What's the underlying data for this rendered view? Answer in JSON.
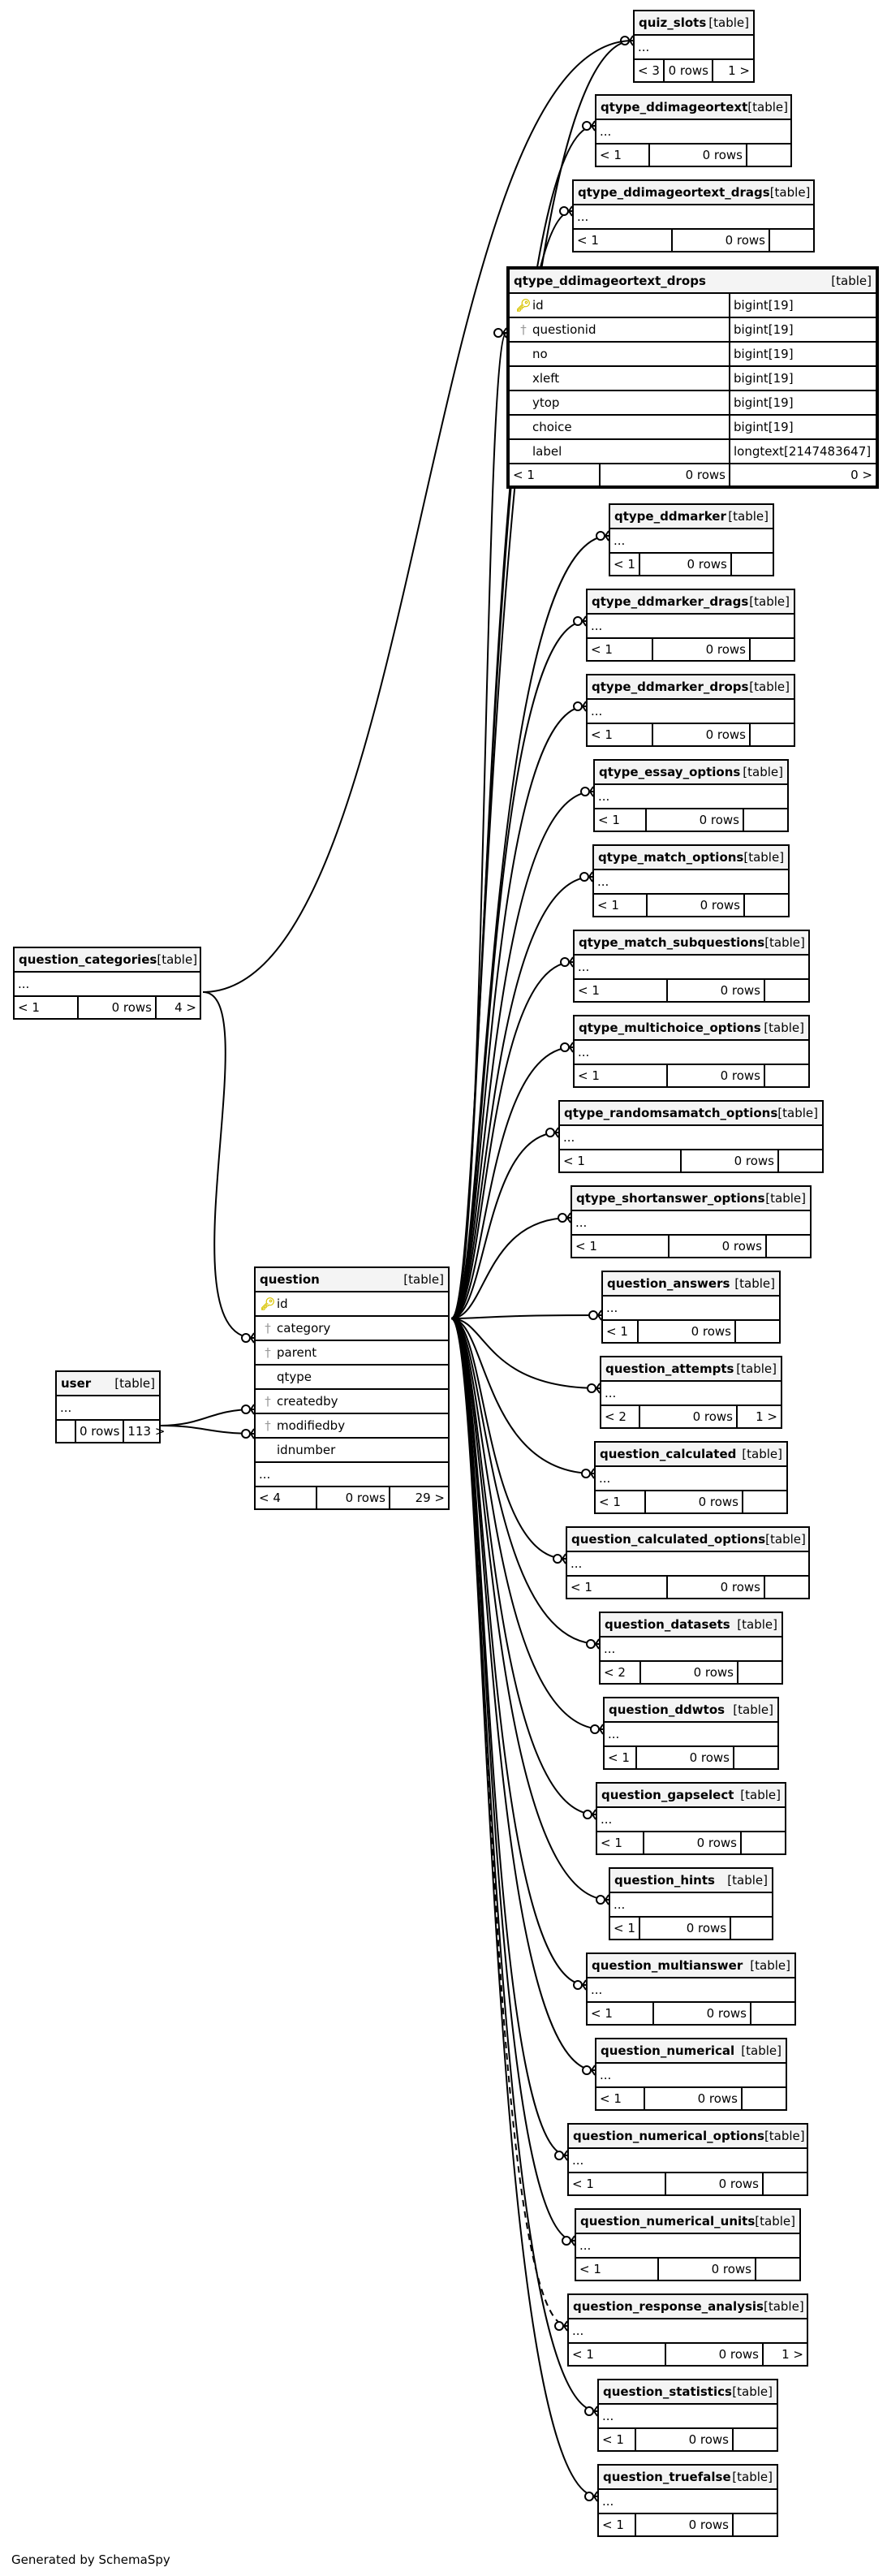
{
  "footer_credit": "Generated by SchemaSpy",
  "tables": {
    "quiz_slots": {
      "name": "quiz_slots",
      "tag": "[table]",
      "ellipsis": "...",
      "parents": "< 3",
      "rows": "0 rows",
      "children": "1 >"
    },
    "qtype_ddimageortext": {
      "name": "qtype_ddimageortext",
      "tag": "[table]",
      "ellipsis": "...",
      "parents": "< 1",
      "rows": "0 rows",
      "children": ""
    },
    "qtype_ddimageortext_drags": {
      "name": "qtype_ddimageortext_drags",
      "tag": "[table]",
      "ellipsis": "...",
      "parents": "< 1",
      "rows": "0 rows",
      "children": ""
    },
    "qtype_ddimageortext_drops": {
      "name": "qtype_ddimageortext_drops",
      "tag": "[table]",
      "parents": "< 1",
      "rows": "0 rows",
      "children": "0 >",
      "columns": [
        {
          "name": "id",
          "type": "bigint[19]"
        },
        {
          "name": "questionid",
          "type": "bigint[19]"
        },
        {
          "name": "no",
          "type": "bigint[19]"
        },
        {
          "name": "xleft",
          "type": "bigint[19]"
        },
        {
          "name": "ytop",
          "type": "bigint[19]"
        },
        {
          "name": "choice",
          "type": "bigint[19]"
        },
        {
          "name": "label",
          "type": "longtext[2147483647]"
        }
      ]
    },
    "qtype_ddmarker": {
      "name": "qtype_ddmarker",
      "tag": "[table]",
      "ellipsis": "...",
      "parents": "< 1",
      "rows": "0 rows",
      "children": ""
    },
    "qtype_ddmarker_drags": {
      "name": "qtype_ddmarker_drags",
      "tag": "[table]",
      "ellipsis": "...",
      "parents": "< 1",
      "rows": "0 rows",
      "children": ""
    },
    "qtype_ddmarker_drops": {
      "name": "qtype_ddmarker_drops",
      "tag": "[table]",
      "ellipsis": "...",
      "parents": "< 1",
      "rows": "0 rows",
      "children": ""
    },
    "qtype_essay_options": {
      "name": "qtype_essay_options",
      "tag": "[table]",
      "ellipsis": "...",
      "parents": "< 1",
      "rows": "0 rows",
      "children": ""
    },
    "qtype_match_options": {
      "name": "qtype_match_options",
      "tag": "[table]",
      "ellipsis": "...",
      "parents": "< 1",
      "rows": "0 rows",
      "children": ""
    },
    "qtype_match_subquestions": {
      "name": "qtype_match_subquestions",
      "tag": "[table]",
      "ellipsis": "...",
      "parents": "< 1",
      "rows": "0 rows",
      "children": ""
    },
    "qtype_multichoice_options": {
      "name": "qtype_multichoice_options",
      "tag": "[table]",
      "ellipsis": "...",
      "parents": "< 1",
      "rows": "0 rows",
      "children": ""
    },
    "qtype_randomsamatch_options": {
      "name": "qtype_randomsamatch_options",
      "tag": "[table]",
      "ellipsis": "...",
      "parents": "< 1",
      "rows": "0 rows",
      "children": ""
    },
    "qtype_shortanswer_options": {
      "name": "qtype_shortanswer_options",
      "tag": "[table]",
      "ellipsis": "...",
      "parents": "< 1",
      "rows": "0 rows",
      "children": ""
    },
    "question_answers": {
      "name": "question_answers",
      "tag": "[table]",
      "ellipsis": "...",
      "parents": "< 1",
      "rows": "0 rows",
      "children": ""
    },
    "question_attempts": {
      "name": "question_attempts",
      "tag": "[table]",
      "ellipsis": "...",
      "parents": "< 2",
      "rows": "0 rows",
      "children": "1 >"
    },
    "question_calculated": {
      "name": "question_calculated",
      "tag": "[table]",
      "ellipsis": "...",
      "parents": "< 1",
      "rows": "0 rows",
      "children": ""
    },
    "question_calculated_options": {
      "name": "question_calculated_options",
      "tag": "[table]",
      "ellipsis": "...",
      "parents": "< 1",
      "rows": "0 rows",
      "children": ""
    },
    "question_datasets": {
      "name": "question_datasets",
      "tag": "[table]",
      "ellipsis": "...",
      "parents": "< 2",
      "rows": "0 rows",
      "children": ""
    },
    "question_ddwtos": {
      "name": "question_ddwtos",
      "tag": "[table]",
      "ellipsis": "...",
      "parents": "< 1",
      "rows": "0 rows",
      "children": ""
    },
    "question_gapselect": {
      "name": "question_gapselect",
      "tag": "[table]",
      "ellipsis": "...",
      "parents": "< 1",
      "rows": "0 rows",
      "children": ""
    },
    "question_hints": {
      "name": "question_hints",
      "tag": "[table]",
      "ellipsis": "...",
      "parents": "< 1",
      "rows": "0 rows",
      "children": ""
    },
    "question_multianswer": {
      "name": "question_multianswer",
      "tag": "[table]",
      "ellipsis": "...",
      "parents": "< 1",
      "rows": "0 rows",
      "children": ""
    },
    "question_numerical": {
      "name": "question_numerical",
      "tag": "[table]",
      "ellipsis": "...",
      "parents": "< 1",
      "rows": "0 rows",
      "children": ""
    },
    "question_numerical_options": {
      "name": "question_numerical_options",
      "tag": "[table]",
      "ellipsis": "...",
      "parents": "< 1",
      "rows": "0 rows",
      "children": ""
    },
    "question_numerical_units": {
      "name": "question_numerical_units",
      "tag": "[table]",
      "ellipsis": "...",
      "parents": "< 1",
      "rows": "0 rows",
      "children": ""
    },
    "question_response_analysis": {
      "name": "question_response_analysis",
      "tag": "[table]",
      "ellipsis": "...",
      "parents": "< 1",
      "rows": "0 rows",
      "children": "1 >"
    },
    "question_statistics": {
      "name": "question_statistics",
      "tag": "[table]",
      "ellipsis": "...",
      "parents": "< 1",
      "rows": "0 rows",
      "children": ""
    },
    "question_truefalse": {
      "name": "question_truefalse",
      "tag": "[table]",
      "ellipsis": "...",
      "parents": "< 1",
      "rows": "0 rows",
      "children": ""
    },
    "question_categories": {
      "name": "question_categories",
      "tag": "[table]",
      "ellipsis": "...",
      "parents": "< 1",
      "rows": "0 rows",
      "children": "4 >"
    },
    "user": {
      "name": "user",
      "tag": "[table]",
      "ellipsis": "...",
      "parents": "",
      "rows": "0 rows",
      "children": "113 >"
    },
    "question": {
      "name": "question",
      "tag": "[table]",
      "ellipsis": "...",
      "parents": "< 4",
      "rows": "0 rows",
      "children": "29 >",
      "columns": [
        {
          "name": "id"
        },
        {
          "name": "category"
        },
        {
          "name": "parent"
        },
        {
          "name": "qtype"
        },
        {
          "name": "createdby"
        },
        {
          "name": "modifiedby"
        },
        {
          "name": "idnumber"
        }
      ]
    }
  }
}
